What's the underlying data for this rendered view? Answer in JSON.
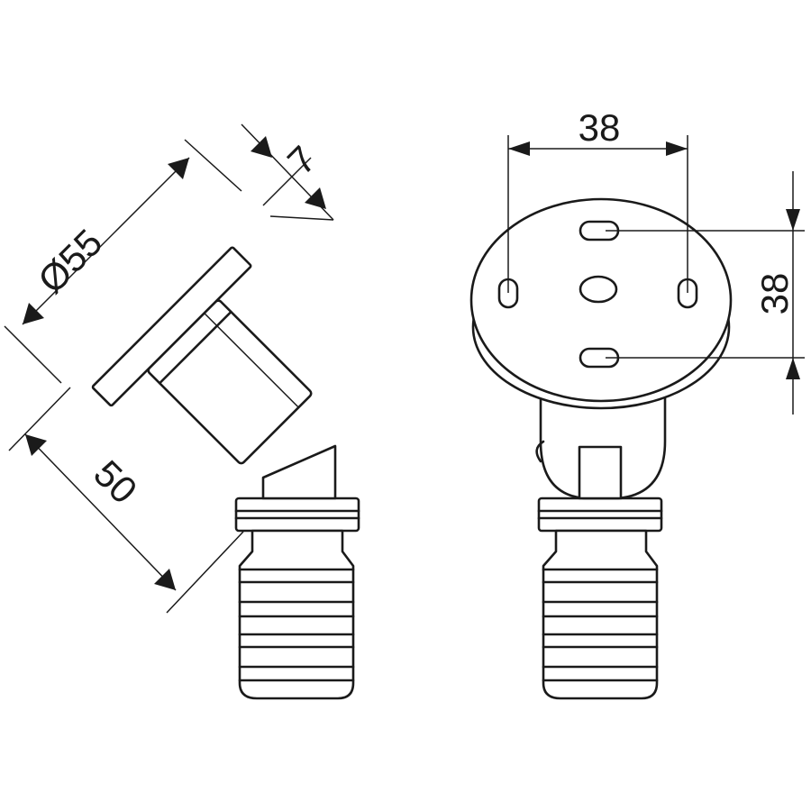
{
  "drawing": {
    "views": [
      "side-view",
      "front-view"
    ],
    "dimensions": {
      "flange_diameter": "Ø55",
      "flange_thickness": "7",
      "length": "50",
      "hole_spacing_horizontal": "38",
      "hole_spacing_vertical": "38"
    },
    "colors": {
      "line": "#1a1a1a",
      "background": "#ffffff"
    }
  }
}
